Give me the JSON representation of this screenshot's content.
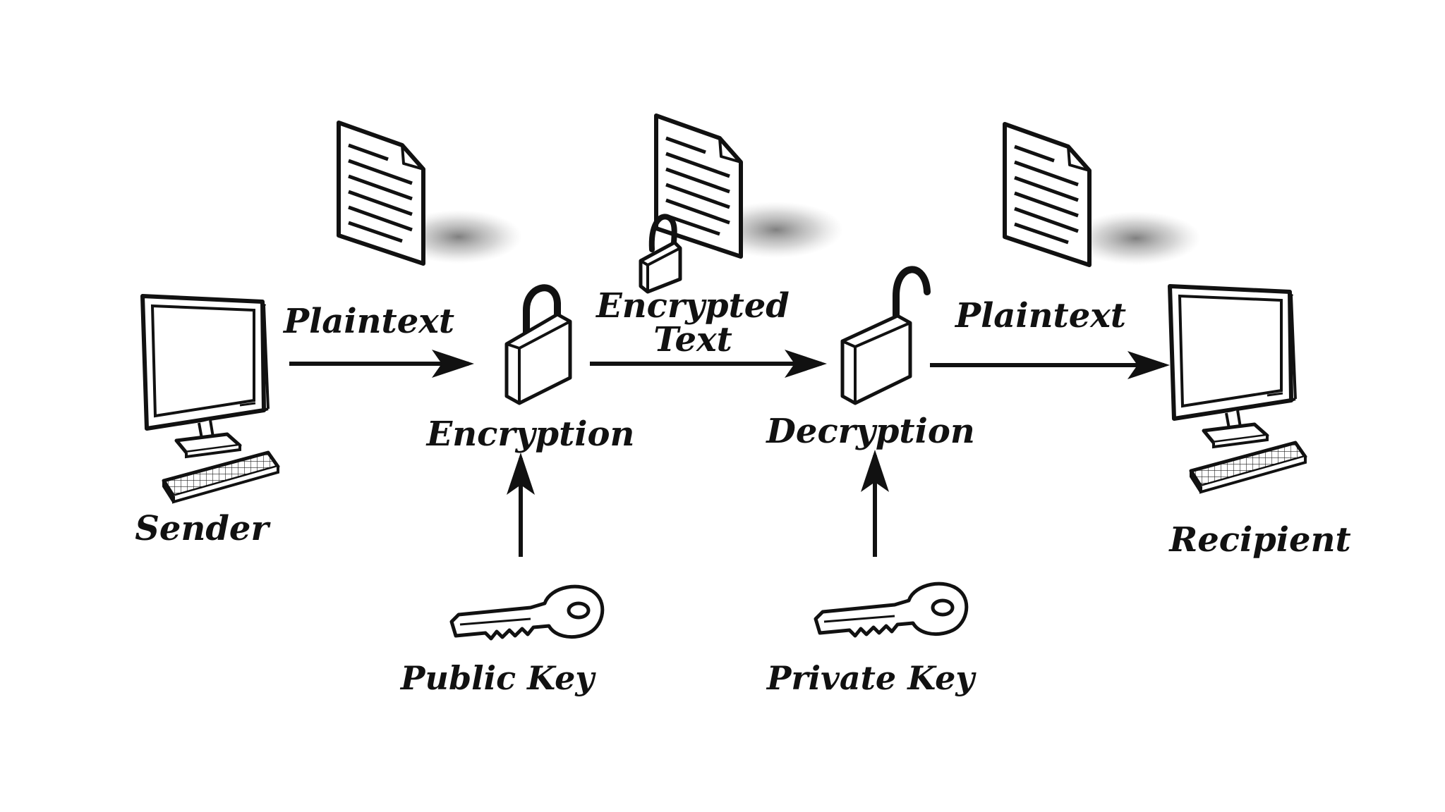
{
  "labels": {
    "sender": "Sender",
    "recipient": "Recipient",
    "plaintext_in": "Plaintext",
    "plaintext_out": "Plaintext",
    "encrypted_line1": "Encrypted",
    "encrypted_line2": "Text",
    "encryption": "Encryption",
    "decryption": "Decryption",
    "public_key": "Public Key",
    "private_key": "Private Key"
  },
  "icons": {
    "sender": "desktop-computer-icon",
    "recipient": "desktop-computer-icon",
    "doc_plain_in": "document-icon",
    "doc_encrypted": "locked-document-icon",
    "doc_plain_out": "document-icon",
    "encryption": "closed-padlock-icon",
    "decryption": "open-padlock-icon",
    "public_key": "key-icon",
    "private_key": "key-icon"
  },
  "colors": {
    "ink": "#111111",
    "background": "#ffffff"
  }
}
